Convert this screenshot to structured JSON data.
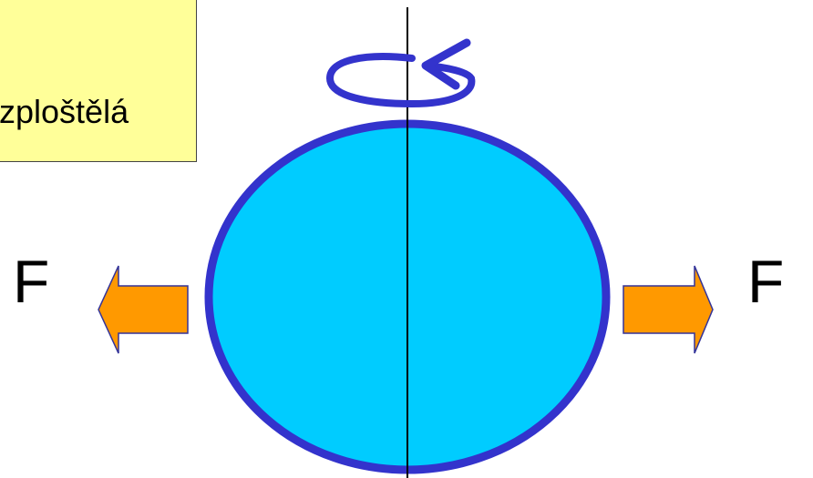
{
  "note": {
    "text": "zploštělá"
  },
  "forces": {
    "left_label": "F",
    "right_label": "F"
  },
  "colors": {
    "sphere_fill": "#00ccff",
    "sphere_stroke": "#3333cc",
    "rotation_arrow": "#3333cc",
    "force_arrow_fill": "#ff9900",
    "force_arrow_stroke": "#333399",
    "note_background": "#ffff99",
    "axis": "#000000"
  },
  "icons": {
    "rotation": "rotation-arrow-icon",
    "force_left": "left-arrow-icon",
    "force_right": "right-arrow-icon"
  }
}
